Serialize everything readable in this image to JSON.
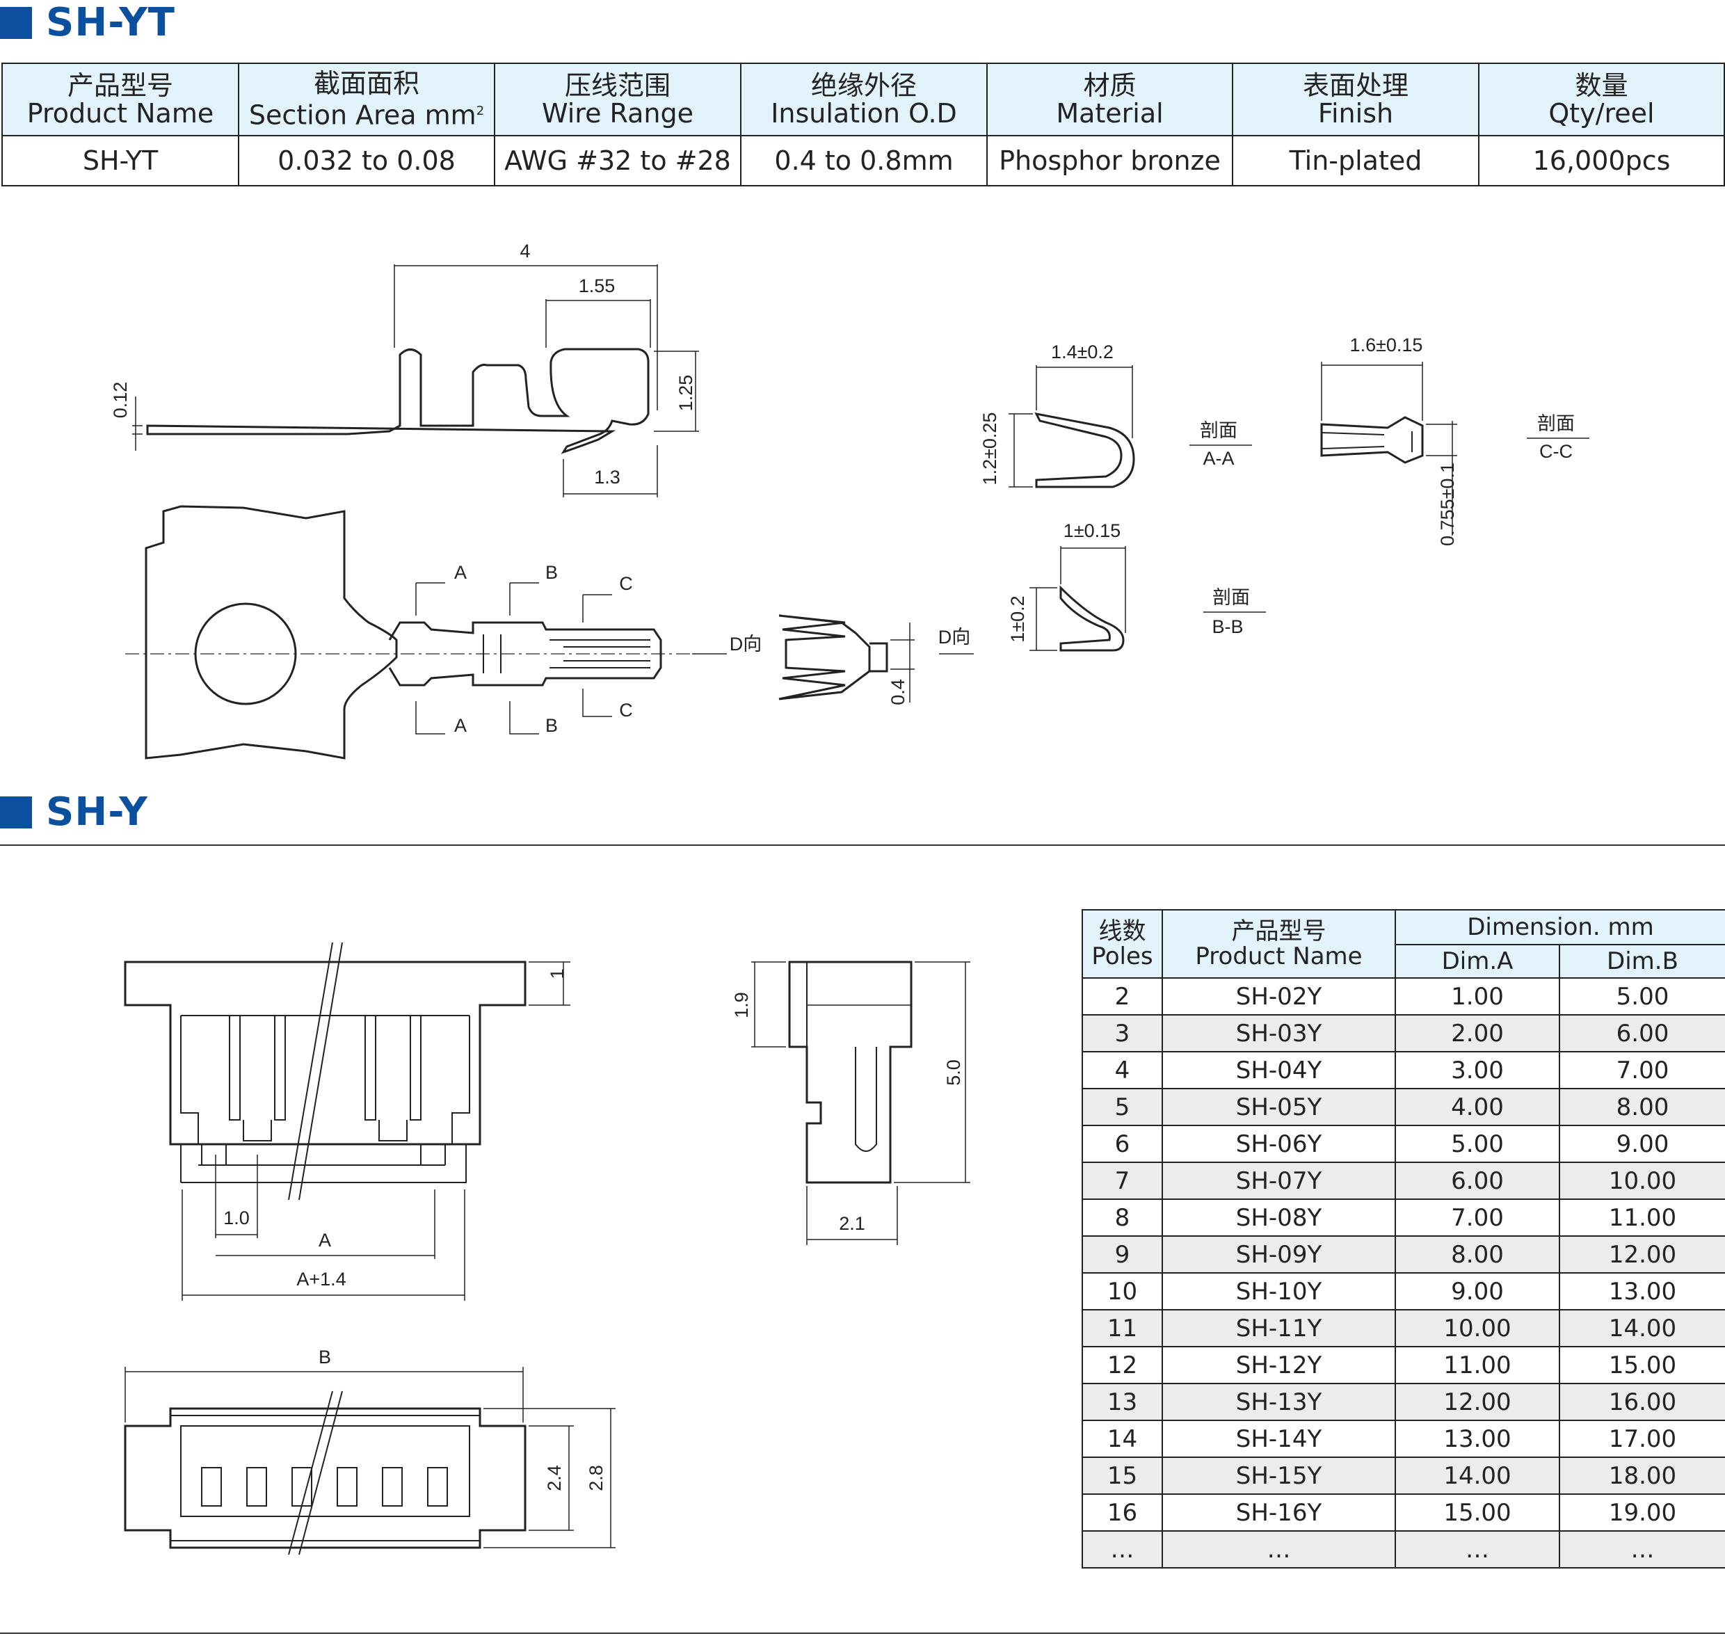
{
  "section1": {
    "title": "SH-YT"
  },
  "section2": {
    "title": "SH-Y"
  },
  "spec_table": {
    "headers": [
      {
        "cn": "产品型号",
        "en": "Product Name"
      },
      {
        "cn": "截面面积",
        "en": "Section Area mm",
        "sup": "2"
      },
      {
        "cn": "压线范围",
        "en": "Wire Range"
      },
      {
        "cn": "绝缘外径",
        "en": "Insulation O.D"
      },
      {
        "cn": "材质",
        "en": "Material"
      },
      {
        "cn": "表面处理",
        "en": "Finish"
      },
      {
        "cn": "数量",
        "en": "Qty/reel"
      }
    ],
    "row": [
      "SH-YT",
      "0.032 to 0.08",
      "AWG #32 to #28",
      "0.4 to 0.8mm",
      "Phosphor bronze",
      "Tin-plated",
      "16,000pcs"
    ]
  },
  "terminal_drawing": {
    "side": {
      "length": "4",
      "crimp_width": "1.55",
      "height": "1.25",
      "thickness": "0.12",
      "tip": "1.3"
    },
    "top": {
      "mark_a": "A",
      "mark_b": "B",
      "mark_c": "C",
      "view_d": "D向"
    },
    "front": {
      "view_d": "D向",
      "width": "0.4"
    },
    "section_aa": {
      "width": "1.4±0.2",
      "height": "1.2±0.25",
      "label_cn": "剖面",
      "label": "A-A"
    },
    "section_cc": {
      "width": "1.6±0.15",
      "height": "0.755±0.1",
      "label_cn": "剖面",
      "label": "C-C"
    },
    "section_bb": {
      "width": "1±0.15",
      "height": "1±0.2",
      "label_cn": "剖面",
      "label": "B-B"
    }
  },
  "housing_drawing": {
    "front": {
      "pitch": "1.0",
      "dim_a": "A",
      "dim_a14": "A+1.4",
      "top": "1"
    },
    "side": {
      "h1": "1.9",
      "h2": "5.0",
      "w": "2.1"
    },
    "bottom": {
      "dim_b": "B",
      "h1": "2.4",
      "h2": "2.8"
    }
  },
  "dim_table": {
    "h_poles_cn": "线数",
    "h_poles_en": "Poles",
    "h_name_cn": "产品型号",
    "h_name_en": "Product Name",
    "h_dim": "Dimension. mm",
    "h_a": "Dim.A",
    "h_b": "Dim.B",
    "rows": [
      [
        "2",
        "SH-02Y",
        "1.00",
        "5.00"
      ],
      [
        "3",
        "SH-03Y",
        "2.00",
        "6.00"
      ],
      [
        "4",
        "SH-04Y",
        "3.00",
        "7.00"
      ],
      [
        "5",
        "SH-05Y",
        "4.00",
        "8.00"
      ],
      [
        "6",
        "SH-06Y",
        "5.00",
        "9.00"
      ],
      [
        "7",
        "SH-07Y",
        "6.00",
        "10.00"
      ],
      [
        "8",
        "SH-08Y",
        "7.00",
        "11.00"
      ],
      [
        "9",
        "SH-09Y",
        "8.00",
        "12.00"
      ],
      [
        "10",
        "SH-10Y",
        "9.00",
        "13.00"
      ],
      [
        "11",
        "SH-11Y",
        "10.00",
        "14.00"
      ],
      [
        "12",
        "SH-12Y",
        "11.00",
        "15.00"
      ],
      [
        "13",
        "SH-13Y",
        "12.00",
        "16.00"
      ],
      [
        "14",
        "SH-14Y",
        "13.00",
        "17.00"
      ],
      [
        "15",
        "SH-15Y",
        "14.00",
        "18.00"
      ],
      [
        "16",
        "SH-16Y",
        "15.00",
        "19.00"
      ],
      [
        "…",
        "…",
        "…",
        "…"
      ]
    ]
  }
}
